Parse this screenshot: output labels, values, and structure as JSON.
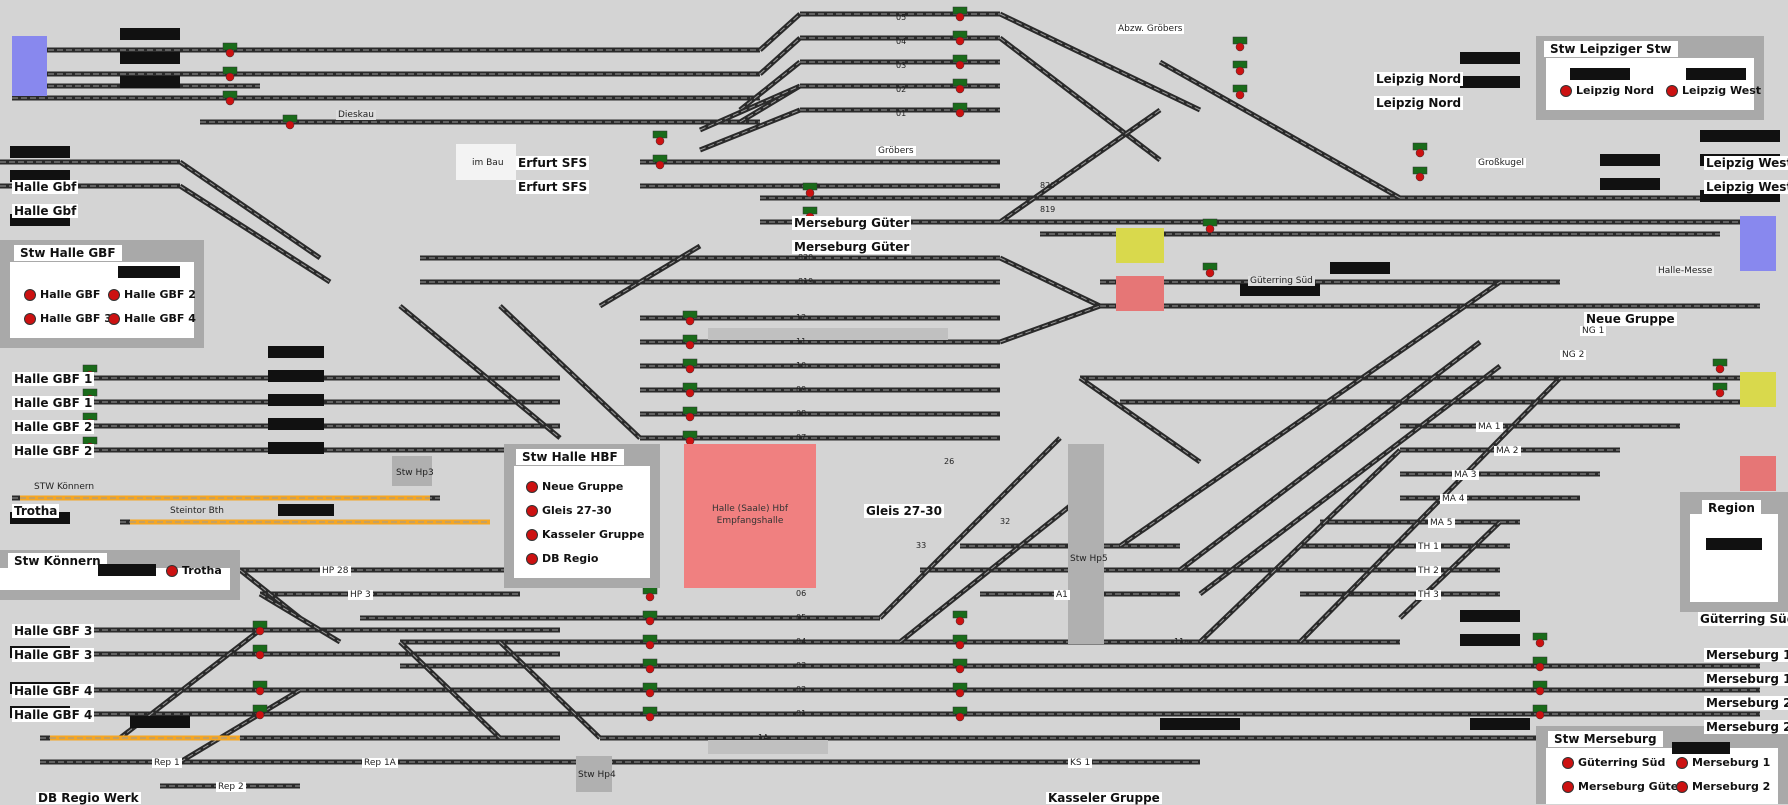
{
  "panels": {
    "leipziger": {
      "title": "Stw Leipziger Stw",
      "buttons": [
        "Leipzig Nord",
        "Leipzig West"
      ]
    },
    "hallegbf": {
      "title": "Stw Halle GBF",
      "buttons": [
        "Halle GBF",
        "Halle GBF 2",
        "Halle GBF 3",
        "Halle GBF 4"
      ]
    },
    "koennern": {
      "title": "Stw Könnern",
      "buttons": [
        "Trotha"
      ]
    },
    "hallehbf": {
      "title": "Stw Halle HBF",
      "buttons": [
        "Neue Gruppe",
        "Gleis 27-30",
        "Kasseler Gruppe",
        "DB Regio"
      ]
    },
    "region": {
      "title": "Region",
      "buttons": []
    },
    "merseburg": {
      "title": "Stw Merseburg",
      "buttons": [
        "Güterring Süd",
        "Merseburg 1",
        "Merseburg Güter",
        "Merseburg 2"
      ]
    }
  },
  "labels": {
    "left": [
      "Halle Gbf",
      "Halle Gbf",
      "Halle GBF 1",
      "Halle GBF 1",
      "Halle GBF 2",
      "Halle GBF 2",
      "Trotha",
      "Halle GBF 3",
      "Halle GBF 3",
      "Halle GBF 4",
      "Halle GBF 4",
      "DB Regio Werk"
    ],
    "right": [
      "Leipzig Nord",
      "Leipzig Nord",
      "Leipzig West",
      "Leipzig West",
      "Neue Gruppe",
      "Güterring Süd",
      "Merseburg 1",
      "Merseburg 1",
      "Merseburg 2",
      "Merseburg 2"
    ],
    "center": [
      "Erfurt SFS",
      "Erfurt SFS",
      "Merseburg Güter",
      "Merseburg Güter",
      "Gleis 27-30",
      "Kasseler Gruppe"
    ]
  },
  "small_labels": [
    "Abzw. Gröbers",
    "Dieskau",
    "im Bau",
    "Gröbers",
    "Großkugel",
    "Güterring Süd",
    "Halle-Messe",
    "Stw Hp3",
    "Steintor Bth",
    "STW Könnern",
    "Stw Hp4",
    "Stw Hp5",
    "HP 28",
    "HP 3",
    "Rep 1",
    "Rep 1A",
    "Rep 2",
    "KS 1",
    "A1",
    "NG 1",
    "NG 2",
    "MA 1",
    "MA 2",
    "MA 3",
    "MA 4",
    "MA 5",
    "TH 1",
    "TH 2",
    "TH 3"
  ],
  "station_block": {
    "line1": "Halle (Saale) Hbf",
    "line2": "Empfangshalle"
  },
  "track_numbers": {
    "north": [
      "05",
      "04",
      "03",
      "02",
      "01"
    ],
    "hbf_upper": [
      "12",
      "11",
      "10",
      "09",
      "08",
      "07"
    ],
    "hbf_lower": [
      "06",
      "05",
      "04",
      "03",
      "02",
      "01",
      "1A"
    ],
    "misc": [
      "820",
      "819",
      "820",
      "819",
      "26",
      "32",
      "33",
      "11a"
    ]
  },
  "colors": {
    "background": "#d4d4d4",
    "track": "#2a2a2a",
    "signal_red": "#cc1111",
    "signal_green": "#1a6b1a",
    "occupied": "#f5a623",
    "highlight_blue": "#8888ee",
    "highlight_yellow": "#d9d94c",
    "highlight_red": "#e67676",
    "station": "#f08080"
  }
}
